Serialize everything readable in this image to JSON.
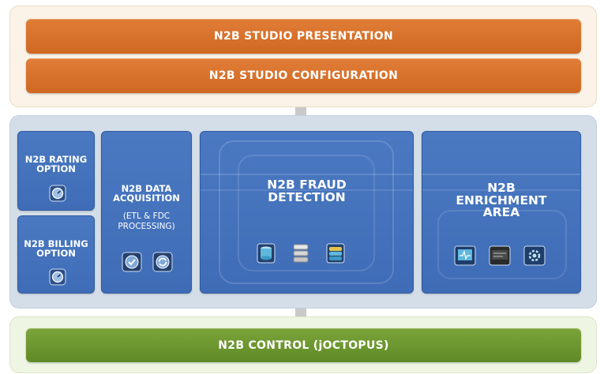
{
  "presentation_label": "N2B STUDIO PRESENTATION",
  "configuration_label": "N2B STUDIO CONFIGURATION",
  "rating_option": "N2B RATING OPTION",
  "billing_option": "N2B BILLING OPTION",
  "data_acquisition_title": "N2B DATA ACQUISITION",
  "data_acquisition_subtitle": "(ETL & FDC PROCESSING)",
  "fraud_detection_title": "N2B FRAUD DETECTION",
  "enrichment_title": "N2B ENRICHMENT AREA",
  "control_label": "N2B CONTROL (jOCTOPUS)",
  "colors": {
    "orange": "#d7722b",
    "blue": "#4474bc",
    "green": "#6b9630",
    "panel_top": "#fbf3e7",
    "panel_mid": "#d4dee9",
    "panel_bottom": "#eef5e2"
  },
  "icons": {
    "rating": [
      "gauge-icon"
    ],
    "billing": [
      "gauge-icon"
    ],
    "acquisition": [
      "check-icon",
      "refresh-icon"
    ],
    "fraud": [
      "database-icon",
      "server-icon",
      "database-stack-icon"
    ],
    "enrichment": [
      "monitor-icon",
      "display-icon",
      "settings-icon"
    ]
  }
}
